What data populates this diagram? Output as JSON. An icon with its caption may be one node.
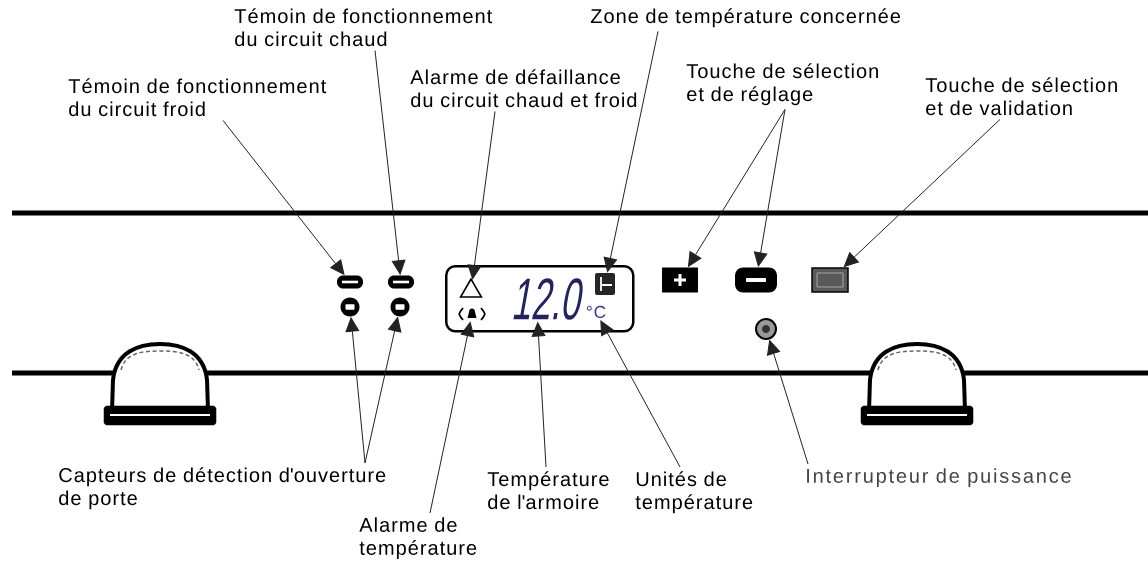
{
  "diagram": {
    "nodes": [
      {
        "text": [
          "Témoin de fonctionnement du circuit froid"
        ]
      },
      {
        "text": [
          "Témoin de fonctionnement du circuit chaud"
        ]
      },
      {
        "text": [
          "Alarme de défaillance du circuit chaud et froid"
        ]
      },
      {
        "text": [
          "Zone de température concernée"
        ]
      },
      {
        "text": [
          "Touche de sélection et de réglage"
        ]
      },
      {
        "text": [
          "Touche de sélection et de validation"
        ]
      },
      {
        "text": [],
        "shape": "box"
      },
      {
        "text": [],
        "shape": "box"
      },
      {
        "text": [],
        "shape": "box"
      },
      {
        "text": [],
        "shape": "triangle",
        "in": 8
      },
      {
        "text": [],
        "shape": "picture",
        "in": 8
      },
      {
        "text": [
          "12.0"
        ],
        "in": 8
      },
      {
        "text": [
          "°C"
        ],
        "in": 8
      },
      {
        "text": [],
        "shape": "box",
        "in": 8
      },
      {
        "text": [],
        "shape": "button"
      },
      {
        "text": [],
        "shape": "button"
      },
      {
        "text": [],
        "shape": "button"
      },
      {
        "text": [],
        "shape": "circle"
      },
      {
        "text": [],
        "shape": "circle"
      },
      {
        "text": [],
        "shape": "circle"
      },
      {
        "text": [
          "Capteurs de détection d'ouverture de porte"
        ]
      },
      {
        "text": [
          "Alarme de température"
        ]
      },
      {
        "text": [
          "Température de l'armoire"
        ]
      },
      {
        "text": [
          "Unités de température"
        ]
      },
      {
        "text": [
          "Interrupteur de puissance"
        ]
      }
    ],
    "edges": [
      {
        "from": 0,
        "to": 6,
        "arrow": "to"
      },
      {
        "from": 1,
        "to": 7,
        "arrow": "to"
      },
      {
        "from": 2,
        "to": 9,
        "arrow": "to"
      },
      {
        "from": 3,
        "to": 13,
        "arrow": "to"
      },
      {
        "from": 4,
        "to": 14,
        "arrow": "to"
      },
      {
        "from": 4,
        "to": 15,
        "arrow": "to"
      },
      {
        "from": 5,
        "to": 16,
        "arrow": "to"
      },
      {
        "from": 20,
        "to": 17,
        "arrow": "to"
      },
      {
        "from": 20,
        "to": 18,
        "arrow": "to"
      },
      {
        "from": 21,
        "to": 10,
        "arrow": "to"
      },
      {
        "from": 22,
        "to": 11,
        "arrow": "to"
      },
      {
        "from": 23,
        "to": 12,
        "arrow": "to"
      },
      {
        "from": 24,
        "to": 19,
        "arrow": "to"
      }
    ]
  }
}
